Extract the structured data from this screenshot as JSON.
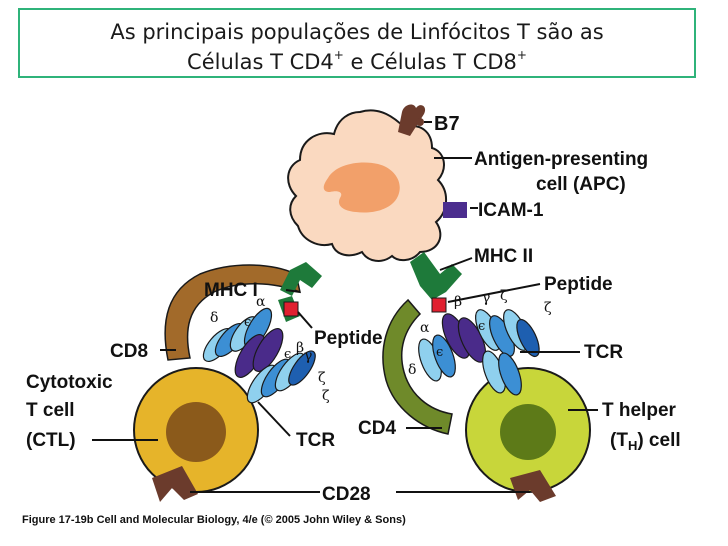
{
  "title": {
    "line1": "As principais populações de Linfócitos T são as",
    "line2_prefix": "Células T CD4",
    "line2_sup1": "+",
    "line2_middle": " e Células T CD8",
    "line2_sup2": "+"
  },
  "labels": {
    "b7": "B7",
    "apc_line1": "Antigen-presenting",
    "apc_line2a": "cell",
    "apc_line2b": " (APC)",
    "icam": "ICAM-1",
    "mhc2": "MHC II",
    "peptide_right": "Peptide",
    "mhc1": "MHC I",
    "peptide_left": "Peptide",
    "cd8": "CD8",
    "tcr_right": "TCR",
    "ctl_line1": "Cytotoxic",
    "ctl_line2": "T cell",
    "ctl_line3": "(CTL)",
    "tcr_left": "TCR",
    "cd4": "CD4",
    "th_line1": "T helper",
    "th_line2a": "(T",
    "th_line2sub": "H",
    "th_line2b": ") cell",
    "cd28": "CD28"
  },
  "greek": {
    "alpha": "α",
    "beta": "β",
    "gamma": "γ",
    "delta": "δ",
    "epsilon": "ϵ",
    "zeta": "ζ"
  },
  "caption": "Figure 17-19b  Cell and Molecular Biology, 4/e (© 2005 John Wiley & Sons)",
  "colors": {
    "apc": "#fad9c0",
    "apc_nucleus": "#f2a06a",
    "ctl_cell": "#e6b42a",
    "ctl_nucleus": "#8b5a1b",
    "th_cell": "#c8d63a",
    "th_nucleus": "#5d7a18",
    "mhc": "#1e7a3a",
    "peptide": "#e02030",
    "tcr_chain": "#4a2b8a",
    "cd3_light": "#8fd0ee",
    "cd3_mid": "#3c8fd4",
    "cd3_dark": "#1e5fb0",
    "cd8_arm": "#a26a2a",
    "cd4_arm": "#6f8a2a",
    "cd28_b7": "#6b3b2c",
    "icam": "#4b2d8e",
    "border": "#2fb37a"
  }
}
